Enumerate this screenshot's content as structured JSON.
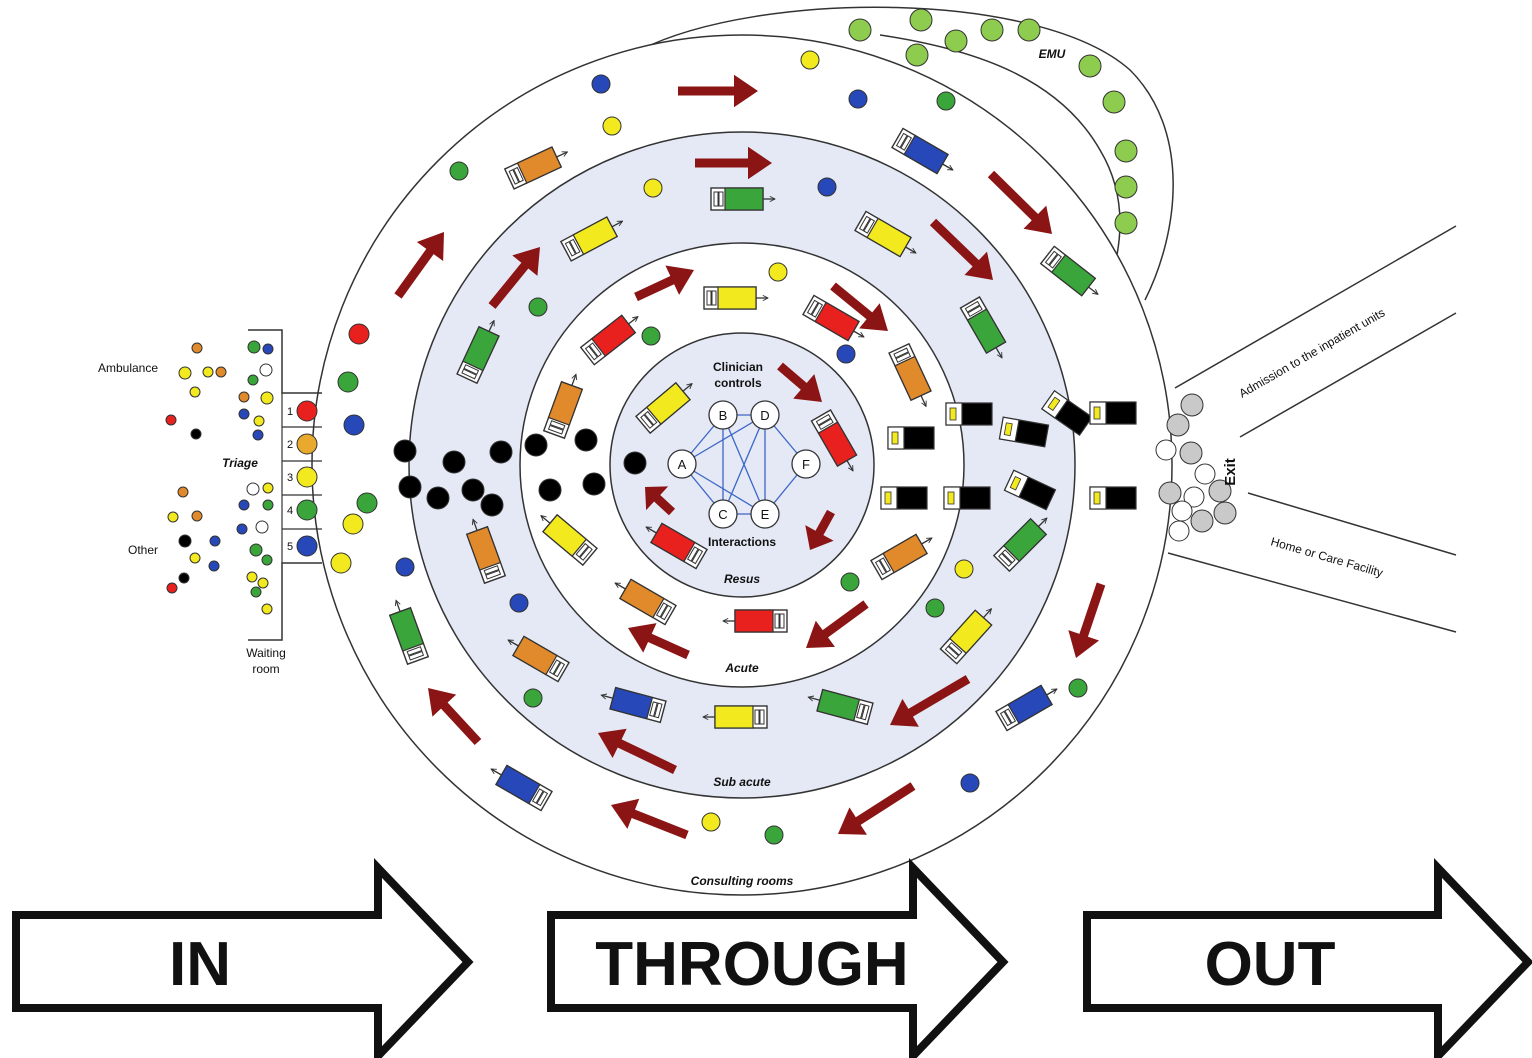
{
  "zones": {
    "emu": "EMU",
    "resus": "Resus",
    "acute": "Acute",
    "sub_acute": "Sub acute",
    "consulting_rooms": "Consulting rooms",
    "clinician_controls": "Clinician controls",
    "interactions": "Interactions",
    "triage": "Triage",
    "waiting_room": "Waiting room",
    "exit": "Exit"
  },
  "sources": {
    "ambulance": "Ambulance",
    "other": "Other"
  },
  "destinations": {
    "admission": "Admission to the inpatient units",
    "home": "Home  or Care Facility"
  },
  "triage_levels": [
    {
      "num": "1",
      "color": "#e8211f"
    },
    {
      "num": "2",
      "color": "#e9a92c"
    },
    {
      "num": "3",
      "color": "#f2ea1f"
    },
    {
      "num": "4",
      "color": "#3aa53a"
    },
    {
      "num": "5",
      "color": "#2748b8"
    }
  ],
  "clinician_nodes": [
    "A",
    "B",
    "C",
    "D",
    "E",
    "F"
  ],
  "phases": [
    {
      "label": "IN"
    },
    {
      "label": "THROUGH"
    },
    {
      "label": "OUT"
    }
  ],
  "colors": {
    "red": "#e8211f",
    "orange": "#e08a2c",
    "yellow": "#f2ea1f",
    "green": "#3aa53a",
    "blue": "#2748b8",
    "lightgreen": "#8dcc4e",
    "arrow": "#8b1414",
    "zone_fill": "#e4e9f5",
    "link": "#3d66c7"
  }
}
